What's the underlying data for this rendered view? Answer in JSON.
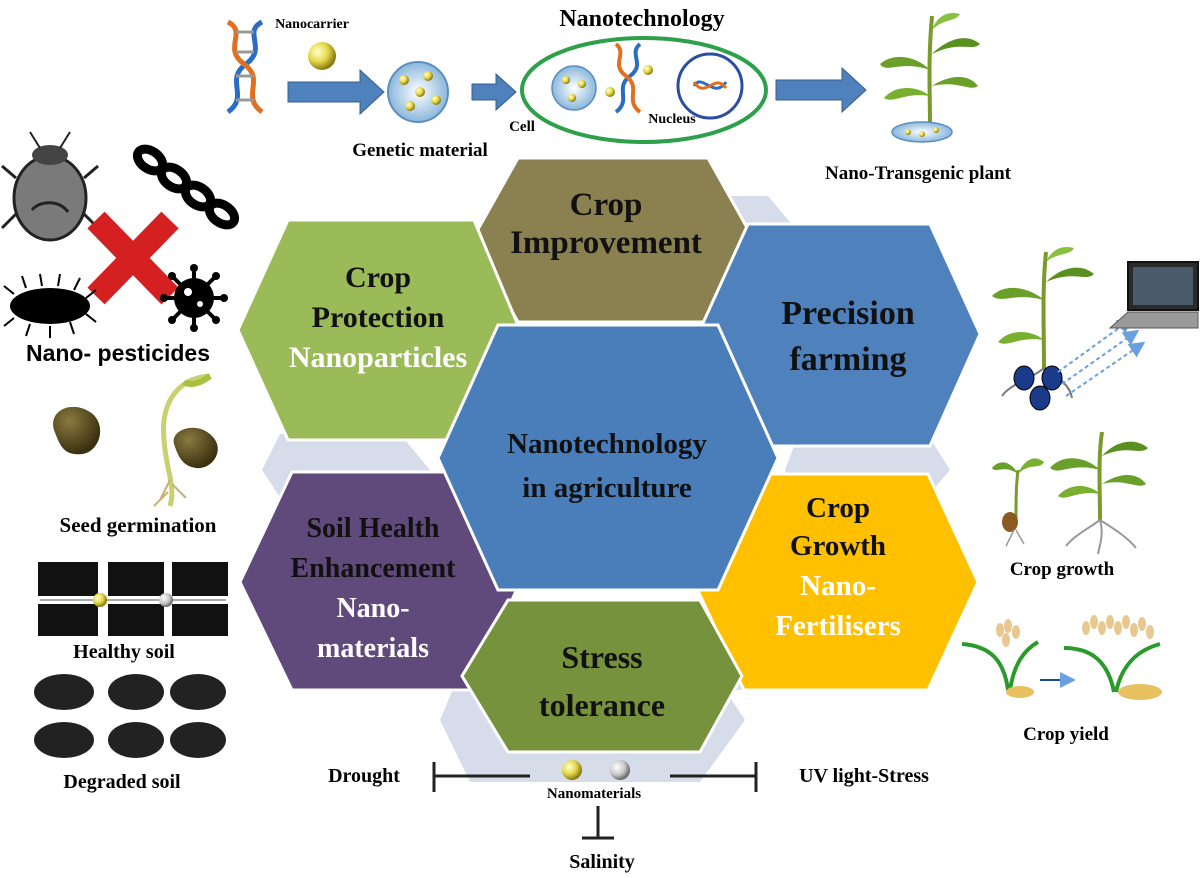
{
  "top": {
    "title": "Nanotechnology",
    "nanocarrier": "Nanocarrier",
    "genetic_material": "Genetic material",
    "cell": "Cell",
    "nucleus": "Nucleus",
    "transgenic_plant": "Nano-Transgenic plant"
  },
  "hexagons": {
    "center": {
      "line1": "Nanotechnology",
      "line2": "in agriculture",
      "color": "#4a7ebb"
    },
    "crop_improvement": {
      "line1": "Crop",
      "line2": "Improvement",
      "color": "#8b8150"
    },
    "crop_protection": {
      "line1": "Crop",
      "line2": "Protection",
      "line3": "Nanoparticles",
      "color": "#9bbb59"
    },
    "precision_farming": {
      "line1": "Precision",
      "line2": "farming",
      "color": "#4f81bd"
    },
    "soil_health": {
      "line1": "Soil Health",
      "line2": "Enhancement",
      "line3": "Nano-",
      "line4": "materials",
      "color": "#604a7b"
    },
    "crop_growth": {
      "line1": "Crop",
      "line2": "Growth",
      "line3": "Nano-",
      "line4": "Fertilisers",
      "color": "#ffc000"
    },
    "stress_tolerance": {
      "line1": "Stress",
      "line2": "tolerance",
      "color": "#76923c"
    }
  },
  "left": {
    "nano_pesticides": "Nano- pesticides",
    "seed_germination": "Seed germination",
    "healthy_soil": "Healthy  soil",
    "degraded_soil": "Degraded  soil"
  },
  "right": {
    "crop_growth": "Crop growth",
    "crop_yield": "Crop yield"
  },
  "bottom": {
    "drought": "Drought",
    "nanomaterials": "Nanomaterials",
    "uv": "UV light-Stress",
    "salinity": "Salinity"
  }
}
